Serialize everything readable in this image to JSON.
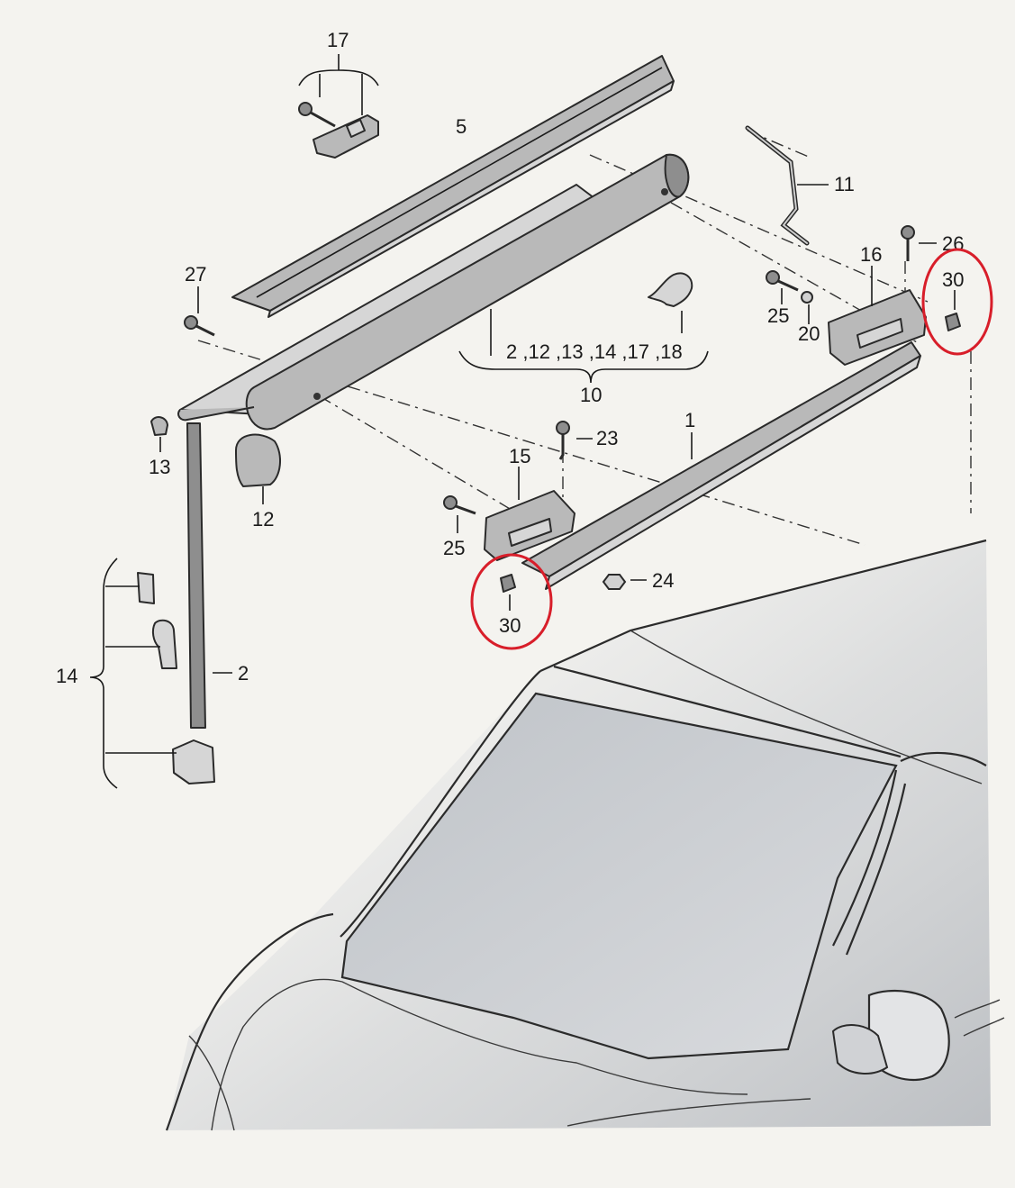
{
  "diagram": {
    "labels": {
      "p1": "1",
      "p2": "2",
      "p5": "5",
      "p10": "10",
      "p10_group": "2 ,12 ,13 ,14 ,17 ,18",
      "p11": "11",
      "p12": "12",
      "p13": "13",
      "p14": "14",
      "p15": "15",
      "p16": "16",
      "p17": "17",
      "p20": "20",
      "p23": "23",
      "p24": "24",
      "p25_left": "25",
      "p25_right": "25",
      "p26": "26",
      "p27": "27",
      "p30_left": "30",
      "p30_right": "30"
    },
    "colors": {
      "highlight": "#d81e2a",
      "paper": "#f4f3ef",
      "car_shading": "#c9ccd0"
    }
  }
}
